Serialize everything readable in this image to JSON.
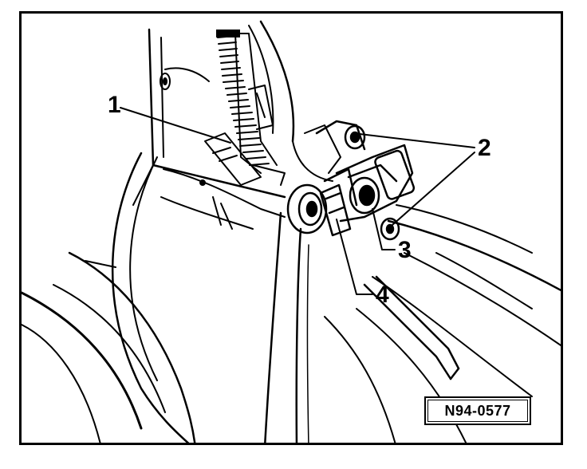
{
  "diagram": {
    "callouts": [
      {
        "id": "1",
        "label": "1"
      },
      {
        "id": "2",
        "label": "2"
      },
      {
        "id": "3",
        "label": "3"
      },
      {
        "id": "4",
        "label": "4"
      }
    ],
    "reference_code": "N94-0577"
  }
}
